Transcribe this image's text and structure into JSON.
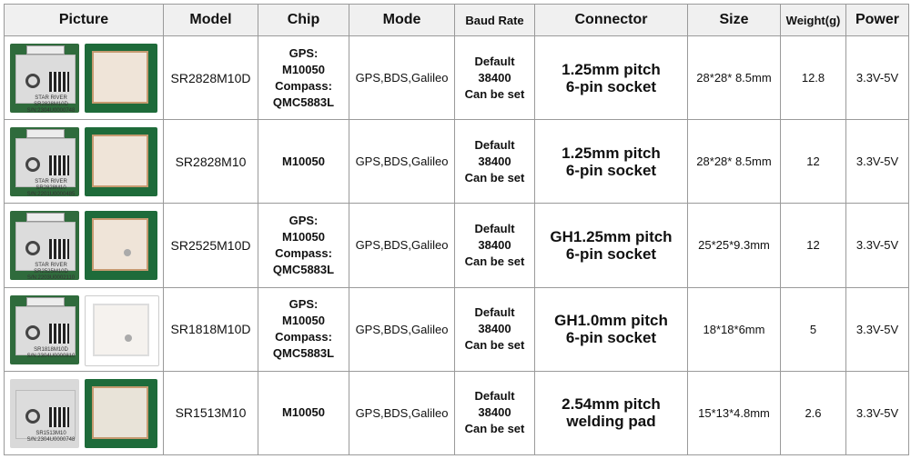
{
  "headers": {
    "picture": "Picture",
    "model": "Model",
    "chip": "Chip",
    "mode": "Mode",
    "baud": "Baud Rate",
    "connector": "Connector",
    "size": "Size",
    "weight": "Weight(g)",
    "power": "Power"
  },
  "rows": [
    {
      "module_label": "STAR RIVER\nSR2828M10D\nS/N:2304U0000748",
      "model": "SR2828M10D",
      "chip": "GPS:\nM10050\nCompass:\nQMC5883L",
      "mode": "GPS,BDS,Galileo",
      "baud": "Default\n38400\nCan be set",
      "connector": "1.25mm pitch\n6-pin socket",
      "size": "28*28* 8.5mm",
      "weight": "12.8",
      "power": "3.3V-5V"
    },
    {
      "module_label": "STAR RIVER\nSR2828M10\nS/N:2201U0000485",
      "model": "SR2828M10",
      "chip": "M10050",
      "mode": "GPS,BDS,Galileo",
      "baud": "Default\n38400\nCan be set",
      "connector": "1.25mm pitch\n6-pin socket",
      "size": "28*28* 8.5mm",
      "weight": "12",
      "power": "3.3V-5V"
    },
    {
      "module_label": "STAR RIVER\nSR2525M10D\nS/N:2203U0002110",
      "model": "SR2525M10D",
      "chip": "GPS:\nM10050\nCompass:\nQMC5883L",
      "mode": "GPS,BDS,Galileo",
      "baud": "Default\n38400\nCan be set",
      "connector": "GH1.25mm pitch\n6-pin socket",
      "size": "25*25*9.3mm",
      "weight": "12",
      "power": "3.3V-5V"
    },
    {
      "module_label": "SR1818M10D\nS/N:2304U0000810",
      "model": "SR1818M10D",
      "chip": "GPS:\nM10050\nCompass:\nQMC5883L",
      "mode": "GPS,BDS,Galileo",
      "baud": "Default\n38400\nCan be set",
      "connector": "GH1.0mm pitch\n6-pin socket",
      "size": "18*18*6mm",
      "weight": "5",
      "power": "3.3V-5V"
    },
    {
      "module_label": "SR1513M10\nS/N:2304U0000748",
      "model": "SR1513M10",
      "chip": "M10050",
      "mode": "GPS,BDS,Galileo",
      "baud": "Default\n38400\nCan be set",
      "connector": "2.54mm pitch\nwelding pad",
      "size": "15*13*4.8mm",
      "weight": "2.6",
      "power": "3.3V-5V"
    }
  ]
}
